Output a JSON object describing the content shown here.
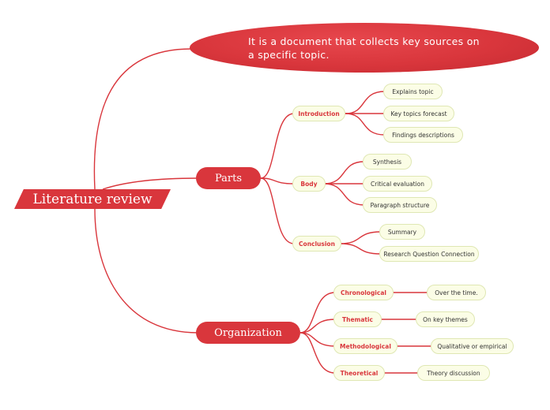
{
  "root": {
    "label": "Literature review"
  },
  "definition": {
    "text": "It is a document that collects key sources on a specific topic."
  },
  "parts": {
    "label": "Parts",
    "introduction": {
      "label": "Introduction",
      "children": [
        "Explains topic",
        "Key topics forecast",
        "Findings descriptions"
      ]
    },
    "body": {
      "label": "Body",
      "children": [
        "Synthesis",
        "Critical evaluation",
        "Paragraph structure"
      ]
    },
    "conclusion": {
      "label": "Conclusion",
      "children": [
        "Summary",
        "Research Question Connection"
      ]
    }
  },
  "organization": {
    "label": "Organization",
    "chronological": {
      "label": "Chronological",
      "child": "Over the time."
    },
    "thematic": {
      "label": "Thematic",
      "child": "On key themes"
    },
    "methodological": {
      "label": "Methodological",
      "child": "Qualitative or empirical"
    },
    "theoretical": {
      "label": "Theoretical",
      "child": "Theory discussion"
    }
  },
  "colors": {
    "accent": "#d9363c",
    "node_fill": "#fbfde6",
    "node_border": "#dfe7b3"
  }
}
